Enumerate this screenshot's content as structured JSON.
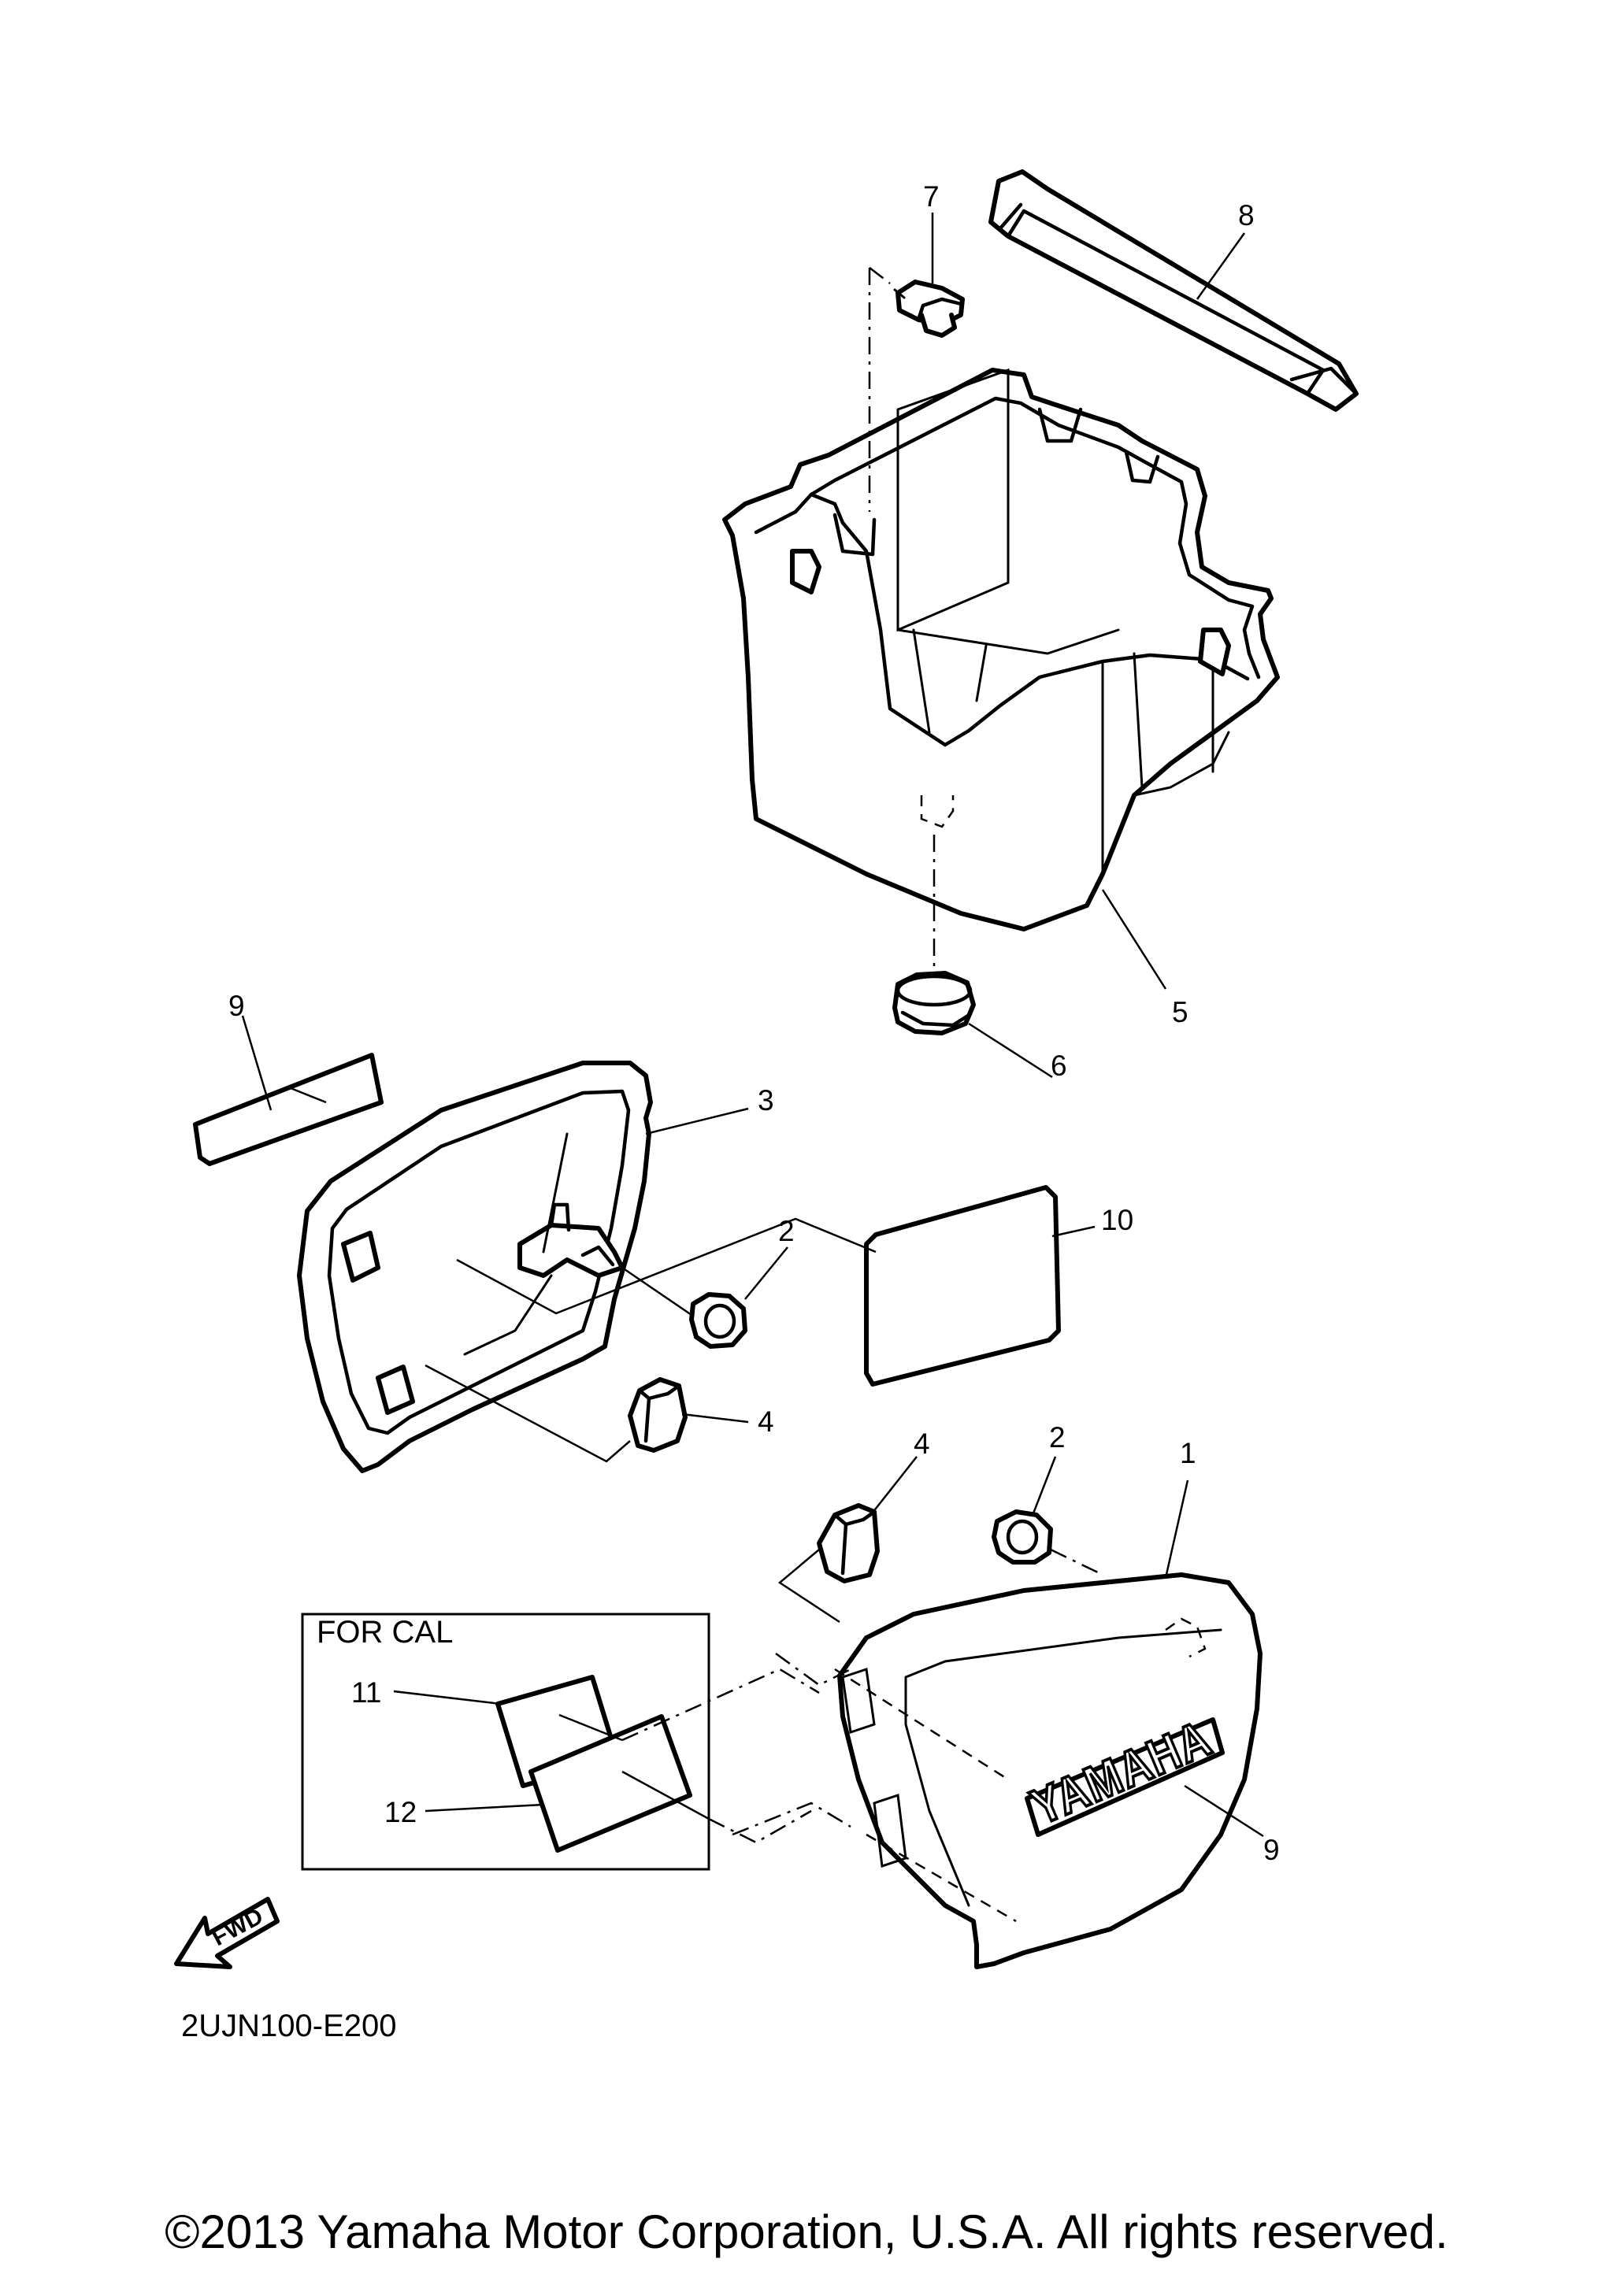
{
  "diagram": {
    "callouts": {
      "c1": "1",
      "c2a": "2",
      "c2b": "2",
      "c3": "3",
      "c4a": "4",
      "c4b": "4",
      "c5": "5",
      "c6": "6",
      "c7": "7",
      "c8": "8",
      "c9a": "9",
      "c9b": "9",
      "c10": "10",
      "c11": "11",
      "c12": "12"
    },
    "inset_label": "FOR CAL",
    "direction_label": "FWD",
    "logo_text": "YAMAHA",
    "diagram_code": "2UJN100-E200"
  },
  "footer": {
    "copyright": "©2013 Yamaha Motor Corporation, U.S.A. All rights reserved."
  }
}
